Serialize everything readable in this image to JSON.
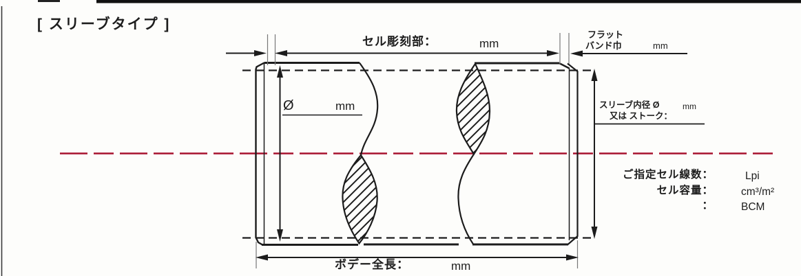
{
  "title": "[ スリーブタイプ ]",
  "colors": {
    "ink": "#1c1c1c",
    "centerline_red": "#a8112e"
  },
  "dimensions": {
    "cell_engraving": {
      "label": "セル彫刻部：",
      "unit": "mm"
    },
    "flat_band": {
      "label_line1": "フラット",
      "label_line2": "バンド巾",
      "unit": "mm"
    },
    "diameter": {
      "symbol": "Ø",
      "unit": "mm"
    },
    "sleeve_inner": {
      "line1": "スリーブ内径 Ø",
      "unit": "mm",
      "line2": "又は  ストーク："
    },
    "body_length": {
      "label": "ボデー全長：",
      "unit": "mm"
    }
  },
  "specs": [
    {
      "label": "ご指定セル線数：",
      "value": "Lpi"
    },
    {
      "label": "セル容量：",
      "value": "cm³/m²"
    },
    {
      "label": "：",
      "value": "BCM"
    }
  ]
}
